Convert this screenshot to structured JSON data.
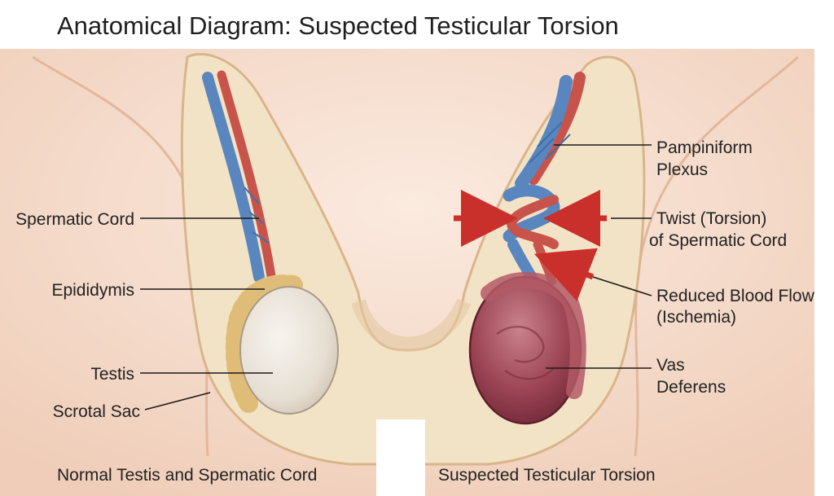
{
  "title": "Anatomical Diagram: Suspected Testicular Torsion",
  "left_labels": {
    "spermatic_cord": "Spermatic Cord",
    "epididymis": "Epididymis",
    "testis": "Testis",
    "scrotal_sac": "Scrotal Sac"
  },
  "right_labels": {
    "pampiniform_line1": "Pampiniform",
    "pampiniform_line2": "Plexus",
    "twist_line1": "Twist (Torsion)",
    "twist_line2": "of Spermatic Cord",
    "reduced_line1": "Reduced Blood Flow",
    "reduced_line2": "(Ischemia)",
    "vas_line1": "Vas",
    "vas_line2": "Deferens"
  },
  "captions": {
    "left": "Normal Testis and Spermatic Cord",
    "right": "Suspected Testicular Torsion"
  },
  "colors": {
    "skin": "#f6dccb",
    "sac": "#f3e3c6",
    "vein": "#5a86bf",
    "artery": "#c8534a",
    "normal_testis": "#ece6dc",
    "ischemic_testis": "#9e4656",
    "arrow": "#c9302c"
  }
}
